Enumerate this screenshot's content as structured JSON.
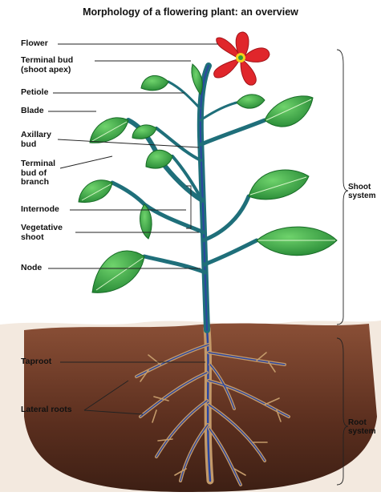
{
  "title": "Morphology of a flowering plant: an overview",
  "labels": {
    "flower": "Flower",
    "terminal_bud": "Terminal bud\n(shoot apex)",
    "petiole": "Petiole",
    "blade": "Blade",
    "axillary_bud": "Axillary\nbud",
    "terminal_bud_branch": "Terminal\nbud of\nbranch",
    "internode": "Internode",
    "vegetative_shoot": "Vegetative\nshoot",
    "node": "Node",
    "taproot": "Taproot",
    "lateral_roots": "Lateral roots",
    "shoot_system": "Shoot\nsystem",
    "root_system": "Root\nsystem"
  },
  "colors": {
    "soil": "#6b3a27",
    "stem": "#1f6f7a",
    "leaf": "#2f9e3a",
    "flower": "#e0262b",
    "root": "#b88a5a",
    "vessel": "#2b46a0"
  }
}
